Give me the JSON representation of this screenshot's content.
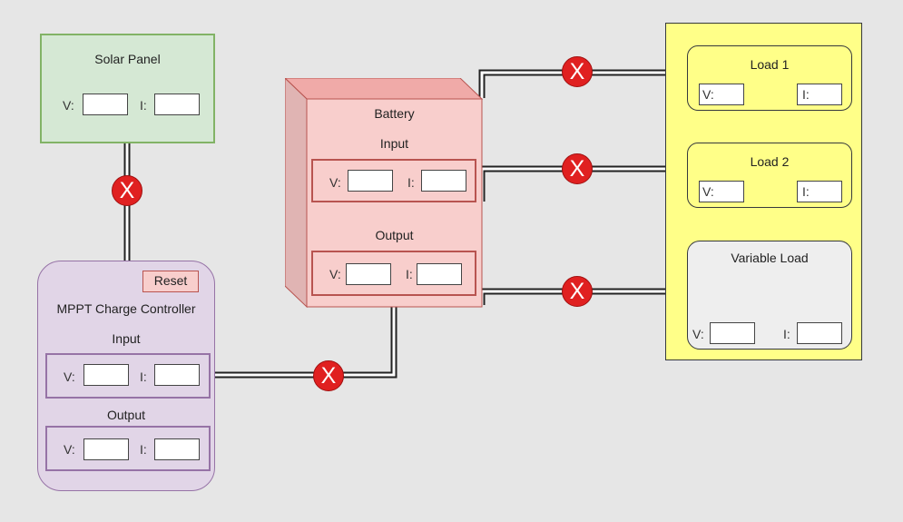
{
  "solar_panel": {
    "title": "Solar Panel",
    "v_label": "V:",
    "i_label": "I:",
    "v_value": "",
    "i_value": ""
  },
  "mppt": {
    "title": "MPPT Charge Controller",
    "reset_label": "Reset",
    "input": {
      "title": "Input",
      "v_label": "V:",
      "i_label": "I:",
      "v_value": "",
      "i_value": ""
    },
    "output": {
      "title": "Output",
      "v_label": "V:",
      "i_label": "I:",
      "v_value": "",
      "i_value": ""
    }
  },
  "battery": {
    "title": "Battery",
    "input": {
      "title": "Input",
      "v_label": "V:",
      "i_label": "I:",
      "v_value": "",
      "i_value": ""
    },
    "output": {
      "title": "Output",
      "v_label": "V:",
      "i_label": "I:",
      "v_value": "",
      "i_value": ""
    }
  },
  "loads": {
    "load1": {
      "title": "Load 1",
      "v_label": "V:",
      "i_label": "I:",
      "v_value": "",
      "i_value": ""
    },
    "load2": {
      "title": "Load 2",
      "v_label": "V:",
      "i_label": "I:",
      "v_value": "",
      "i_value": ""
    },
    "variable": {
      "title": "Variable Load",
      "v_label": "V:",
      "i_label": "I:",
      "v_value": "",
      "i_value": ""
    }
  },
  "switch_label": "X",
  "colors": {
    "background": "#e6e6e6",
    "solar_fill": "#d5e8d4",
    "solar_border": "#82b366",
    "mppt_fill": "#e1d5e7",
    "mppt_border": "#9673a6",
    "battery_fill": "#f8cecc",
    "battery_border": "#b85450",
    "loads_fill": "#ffff88",
    "loads_border": "#36393d",
    "variable_fill": "#eeeeee",
    "switch": "#e02020"
  }
}
